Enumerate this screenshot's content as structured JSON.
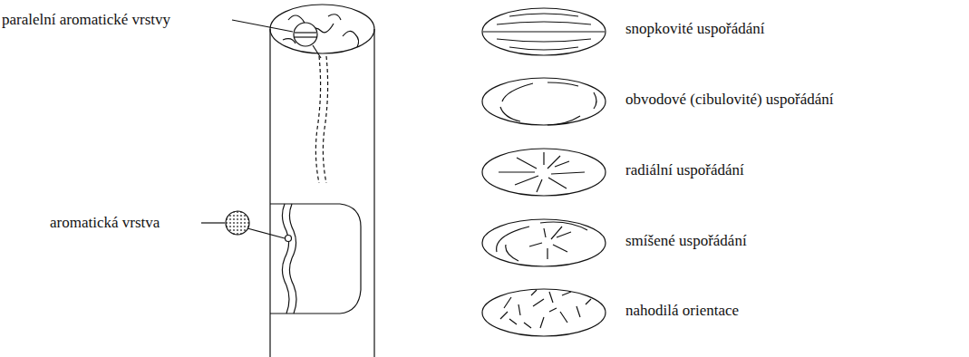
{
  "diagram": {
    "labels": [
      "paralelní aromatické vrstvy",
      "aromatická vrstva",
      "snopkovité uspořádání",
      "obvodové (cibulovité) uspořádání",
      "radiální uspořádání",
      "smíšené uspořádání",
      "nahodilá orientace"
    ]
  }
}
